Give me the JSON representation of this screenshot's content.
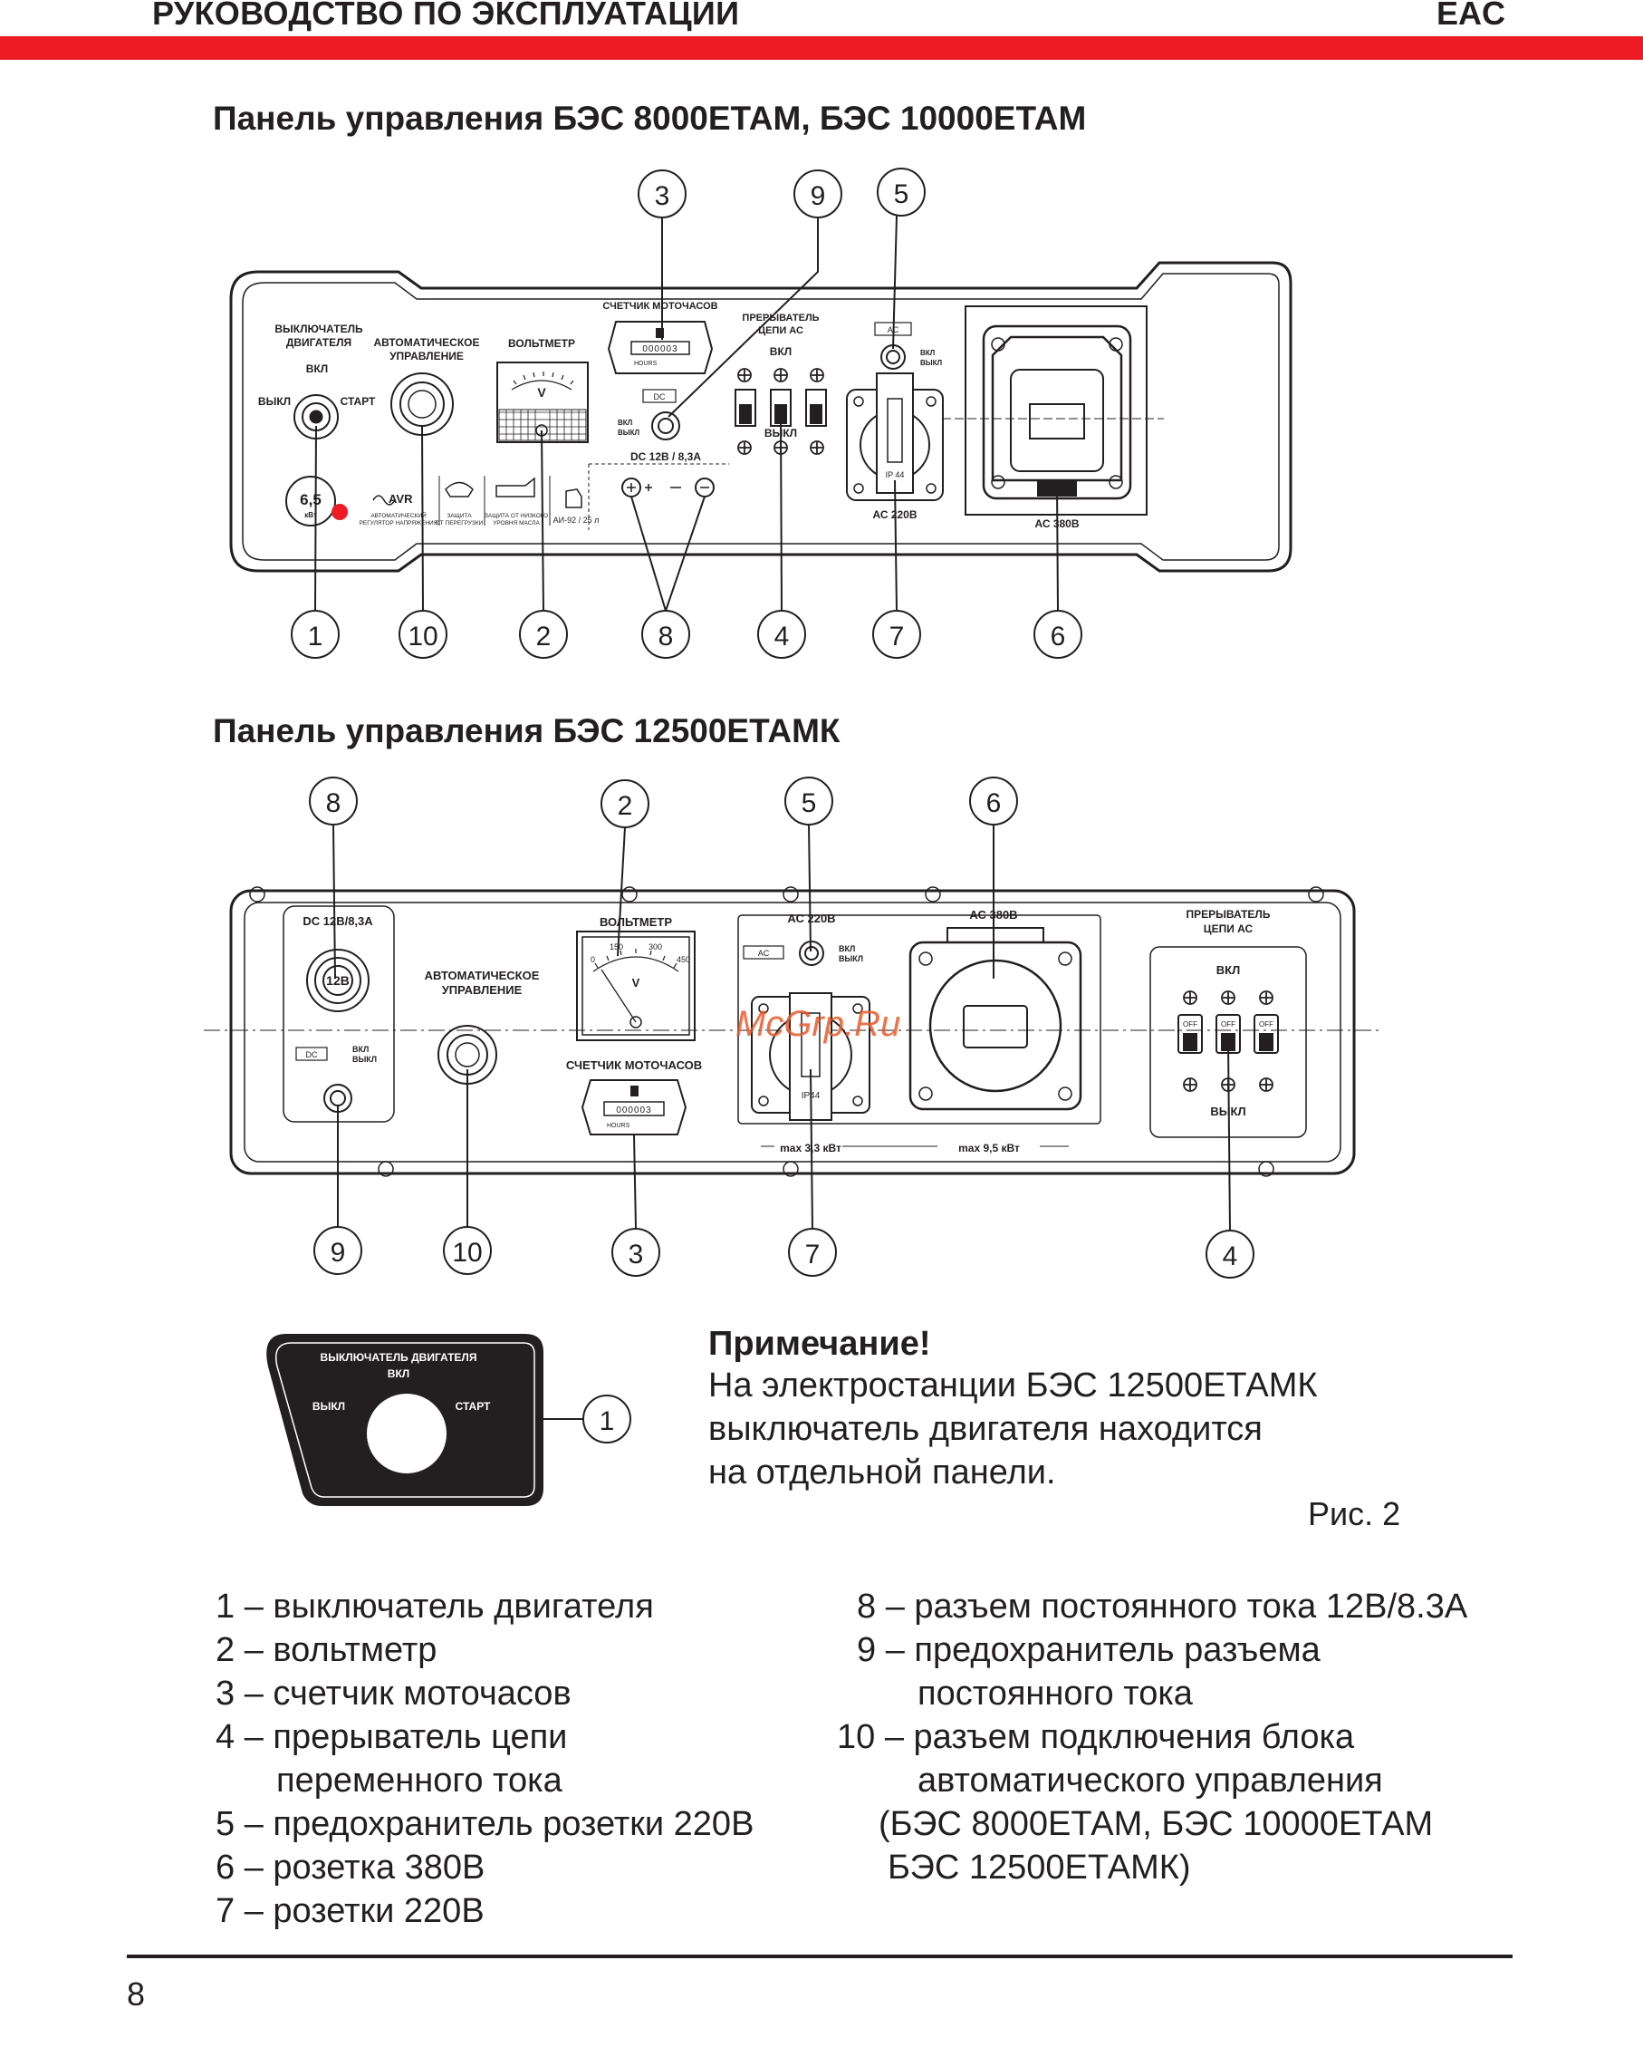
{
  "header": {
    "title": "РУКОВОДСТВО ПО ЭКСПЛУАТАЦИИ",
    "mark": "EAC"
  },
  "accent_color": "#ed1c24",
  "sections": {
    "panel1_title": "Панель управления БЭС 8000ЕТАМ, БЭС 10000ЕТАМ",
    "panel2_title": "Панель управления БЭС 12500ЕТАМК"
  },
  "panel1": {
    "callouts_top": [
      "3",
      "9",
      "5"
    ],
    "callouts_bottom": [
      "1",
      "10",
      "2",
      "8",
      "4",
      "7",
      "6"
    ],
    "labels": {
      "engine_switch": [
        "ВЫКЛЮЧАТЕЛЬ",
        "ДВИГАТЕЛЯ"
      ],
      "on": "ВКЛ",
      "off": "ВЫКЛ",
      "start": "СТАРТ",
      "auto": [
        "АВТОМАТИЧЕСКОЕ",
        "УПРАВЛЕНИЕ"
      ],
      "voltmeter": "ВОЛЬТМЕТР",
      "hour_counter": "СЧЕТЧИК МОТОЧАСОВ",
      "counter_value": "000003",
      "hours": "HOURS",
      "breaker": [
        "ПРЕРЫВАТЕЛЬ",
        "ЦЕПИ АС"
      ],
      "breaker_on": "ВКЛ",
      "breaker_off": "ВЫКЛ",
      "dc": "DC 12В / 8,3А",
      "dc_badge": "DC",
      "ac_badge": "AC",
      "ac220": "АС 220В",
      "ac380": "АС 380В",
      "ip": "IP 44",
      "volt_v": "V",
      "power_badge": "6,5",
      "power_unit": "кВт",
      "avr": "AVR",
      "avr_text": [
        "АВТОМАТИЧЕСКИЙ",
        "РЕГУЛЯТОР НАПРЯЖЕНИЯ"
      ],
      "overload": [
        "ЗАЩИТА",
        "ОТ ПЕРЕГРУЗКИ"
      ],
      "oil": [
        "ЗАЩИТА ОТ НИЗКОГО",
        "УРОВНЯ МАСЛА"
      ],
      "fuel": "АИ-92 / 25 л"
    }
  },
  "panel2": {
    "callouts_top": [
      "8",
      "2",
      "5",
      "6"
    ],
    "callouts_bottom": [
      "9",
      "10",
      "3",
      "7",
      "4"
    ],
    "labels": {
      "dc": "DC 12В/8,3А",
      "dc_socket": "12В",
      "dc_badge": "DC",
      "on": "ВКЛ",
      "off": "ВЫКЛ",
      "auto": [
        "АВТОМАТИЧЕСКОЕ",
        "УПРАВЛЕНИЕ"
      ],
      "voltmeter": "ВОЛЬТМЕТР",
      "scale": [
        "0",
        "150",
        "300",
        "450"
      ],
      "volt_v": "V",
      "hour_counter": "СЧЕТЧИК МОТОЧАСОВ",
      "counter_value": "000003",
      "hours": "HOURS",
      "ac220": "АС 220В",
      "ac380": "АС 380В",
      "ac_badge": "AC",
      "ip": "IP44",
      "max1": "max 3,3 кВт",
      "max2": "max 9,5 кВт",
      "breaker": [
        "ПРЕРЫВАТЕЛЬ",
        "ЦЕПИ АС"
      ],
      "breaker_on": "ВКЛ",
      "breaker_off": "ВЫКЛ",
      "off_tag": "OFF"
    }
  },
  "switch_panel": {
    "title": "ВЫКЛЮЧАТЕЛЬ ДВИГАТЕЛЯ",
    "on": "ВКЛ",
    "off": "ВЫКЛ",
    "start": "СТАРТ",
    "callout": "1"
  },
  "watermark": "McGrp.Ru",
  "note": {
    "title": "Примечание!",
    "lines": [
      "На электростанции БЭС 12500ЕТАМК",
      "выключатель двигателя находится",
      "на отдельной панели."
    ],
    "figure": "Рис. 2"
  },
  "legend_left": [
    {
      "num": "1",
      "text": "– выключатель двигателя"
    },
    {
      "num": "2",
      "text": "– вольтметр"
    },
    {
      "num": "3",
      "text": "– счетчик моточасов"
    },
    {
      "num": "4",
      "text": "– прерыватель цепи"
    },
    {
      "num": "",
      "text": "переменного тока"
    },
    {
      "num": "5",
      "text": "– предохранитель розетки 220В"
    },
    {
      "num": "6",
      "text": "– розетка 380В"
    },
    {
      "num": "7",
      "text": "– розетки 220В"
    }
  ],
  "legend_right": [
    {
      "num": "8",
      "text": "– разъем постоянного тока 12В/8.3А"
    },
    {
      "num": "9",
      "text": "– предохранитель разъема"
    },
    {
      "num": "",
      "text": "постоянного тока"
    },
    {
      "num": "10",
      "text": "– разъем подключения блока"
    },
    {
      "num": "",
      "text": "автоматического управления"
    },
    {
      "num": "",
      "text": "(БЭС 8000ЕТАМ, БЭС 10000ЕТАМ"
    },
    {
      "num": "",
      "text": "БЭС 12500ЕТАМК)"
    }
  ],
  "page_number": "8"
}
